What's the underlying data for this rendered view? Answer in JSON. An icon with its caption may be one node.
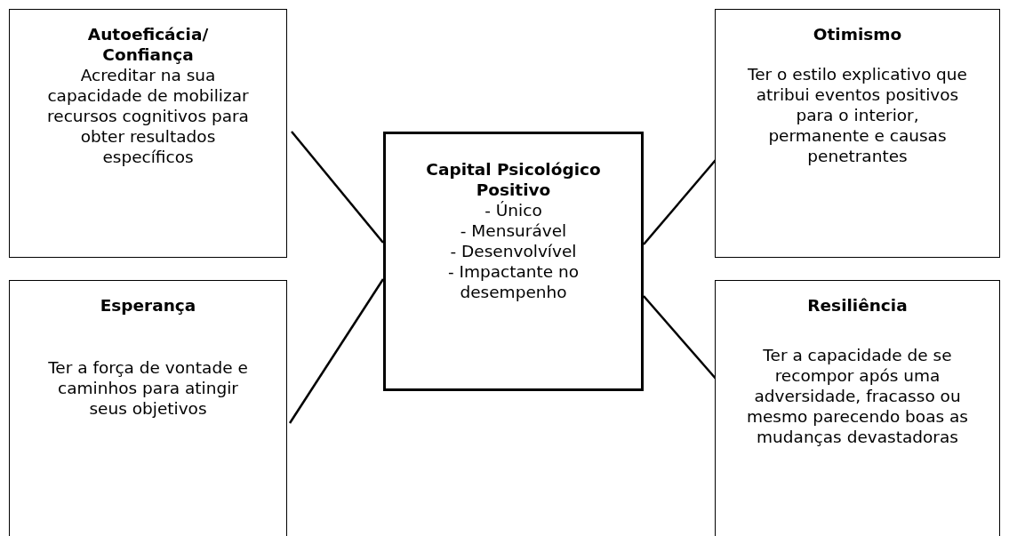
{
  "diagram": {
    "nodes": [
      {
        "text": [
          "Autoeficácia/ Confiança",
          "Acreditar na sua capacidade de mobilizar recursos cognitivos para obter resultados específicos"
        ]
      },
      {
        "text": [
          "Otimismo",
          "Ter o estilo explicativo que atribui eventos positivos para o interior, permanente e causas penetrantes"
        ]
      },
      {
        "text": [
          "Capital Psicológico Positivo",
          "- Único",
          "- Mensurável",
          "- Desenvolvível",
          "- Impactante no desempenho"
        ]
      },
      {
        "text": [
          "Esperança",
          "Ter a força de vontade e caminhos para atingir seus objetivos"
        ]
      },
      {
        "text": [
          "Resiliência",
          "Ter a capacidade de se recompor após uma adversidade, fracasso ou mesmo parecendo boas as mudanças devastadoras"
        ]
      }
    ],
    "edges": [
      {
        "from": 2,
        "to": 0,
        "arrow": "none"
      },
      {
        "from": 2,
        "to": 1,
        "arrow": "none"
      },
      {
        "from": 2,
        "to": 3,
        "arrow": "none"
      },
      {
        "from": 2,
        "to": 4,
        "arrow": "none"
      }
    ]
  }
}
